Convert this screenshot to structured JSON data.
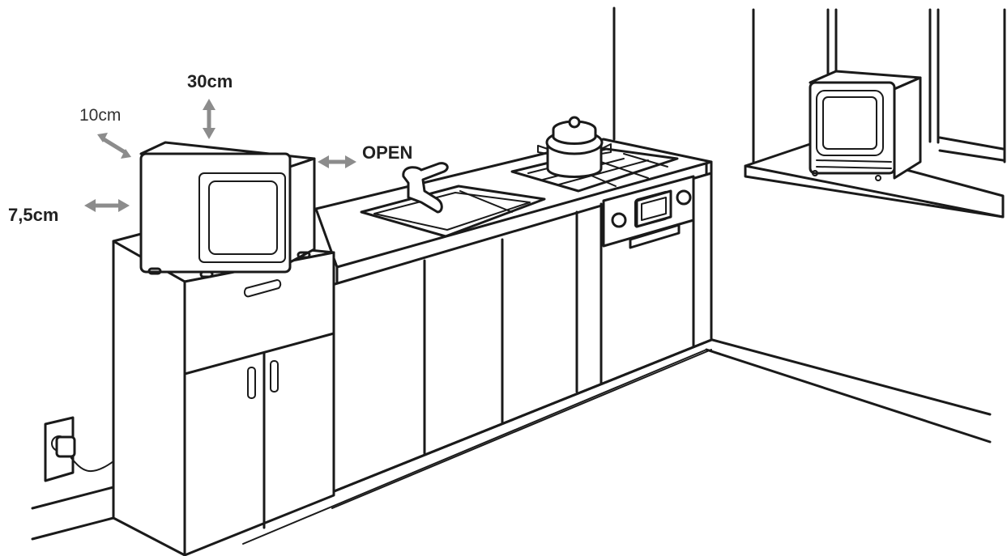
{
  "labels": {
    "clearance_top": "30cm",
    "clearance_back_side": "10cm",
    "clearance_left": "7,5cm",
    "clearance_right": "OPEN"
  },
  "colors": {
    "line": "#1a1a1a",
    "arrow": "#8c8c8c",
    "background": "#ffffff"
  }
}
